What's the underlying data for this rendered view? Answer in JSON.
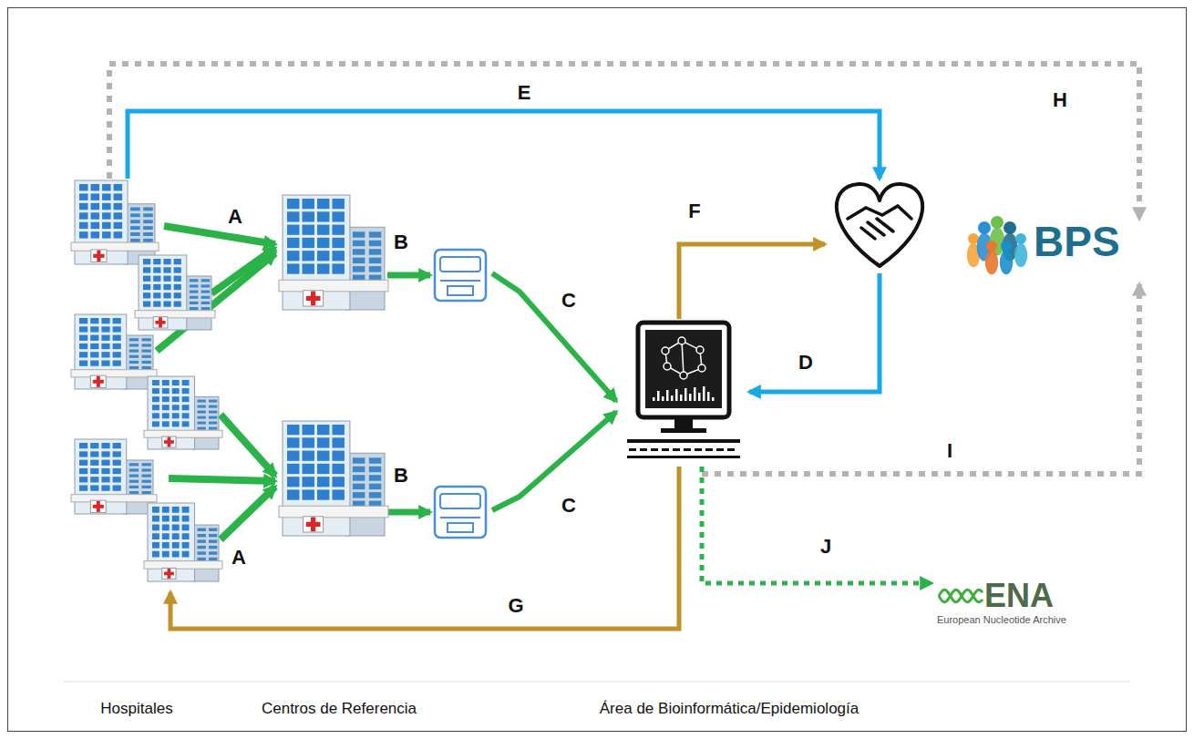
{
  "diagram": {
    "nodes": [
      {
        "text": [
          "BPS"
        ]
      },
      {
        "text": [
          "ENA",
          "European Nucleotide Archive"
        ]
      }
    ],
    "labels": [
      "E",
      "H",
      "A",
      "F",
      "B",
      "C",
      "D",
      "B",
      "C",
      "I",
      "A",
      "J",
      "G",
      "Hospitales",
      "Centros de Referencia",
      "Área de Bioinformática/Epidemiología"
    ]
  }
}
